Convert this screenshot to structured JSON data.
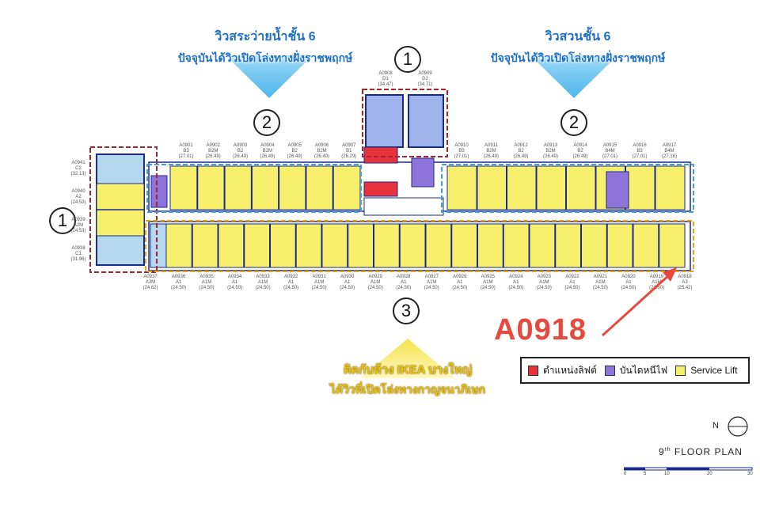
{
  "captions": {
    "left_view": [
      "วิวสระว่ายน้ำชั้น 6",
      "ปัจจุบันได้วิวเปิดโล่งทางฝั่งราชพฤกษ์"
    ],
    "right_view": [
      "วิวสวนชั้น 6",
      "ปัจจุบันได้วิวเปิดโล่งทางฝั่งราชพฤกษ์"
    ],
    "bottom_view": [
      "ติดกับห้าง IKEA บางใหญ่",
      "ได้วิวที่เปิดโล่งทางกาญจนาภิเษก"
    ]
  },
  "zone_markers": {
    "top_center": "1",
    "left": "1",
    "top_left": "2",
    "top_right": "2",
    "bottom": "3"
  },
  "top_units": [
    {
      "id": "A0901",
      "type": "B3",
      "size": "(27.01)"
    },
    {
      "id": "A0902",
      "type": "B2M",
      "size": "(26.49)"
    },
    {
      "id": "A0903",
      "type": "B2",
      "size": "(26.49)"
    },
    {
      "id": "A0904",
      "type": "B2M",
      "size": "(26.49)"
    },
    {
      "id": "A0905",
      "type": "B2",
      "size": "(26.49)"
    },
    {
      "id": "A0906",
      "type": "B2M",
      "size": "(26.49)"
    },
    {
      "id": "A0907",
      "type": "B1",
      "size": "(26.29)"
    },
    {
      "id": "A0910",
      "type": "B3",
      "size": "(27.01)"
    },
    {
      "id": "A0911",
      "type": "B2M",
      "size": "(26.49)"
    },
    {
      "id": "A0912",
      "type": "B2",
      "size": "(26.49)"
    },
    {
      "id": "A0913",
      "type": "B2M",
      "size": "(26.49)"
    },
    {
      "id": "A0914",
      "type": "B2",
      "size": "(26.49)"
    },
    {
      "id": "A0915",
      "type": "B4M",
      "size": "(27.01)"
    },
    {
      "id": "A0916",
      "type": "B3",
      "size": "(27.01)"
    },
    {
      "id": "A0917",
      "type": "B4M",
      "size": "(27.16)"
    }
  ],
  "center_units": [
    {
      "id": "A0908",
      "type": "D1",
      "size": "(34.47)"
    },
    {
      "id": "A0909",
      "type": "D2",
      "size": "(34.71)"
    }
  ],
  "left_units": [
    {
      "id": "A0941",
      "type": "C2",
      "size": "(32.13)"
    },
    {
      "id": "A0940",
      "type": "A2",
      "size": "(24.53)"
    },
    {
      "id": "A0939",
      "type": "A2M",
      "size": "(24.53)"
    },
    {
      "id": "A0938",
      "type": "C1",
      "size": "(31.96)"
    }
  ],
  "bottom_units": [
    {
      "id": "A0937",
      "type": "A3M",
      "size": "(24.62)"
    },
    {
      "id": "A0936",
      "type": "A1",
      "size": "(24.50)"
    },
    {
      "id": "A0935",
      "type": "A1M",
      "size": "(24.50)"
    },
    {
      "id": "A0934",
      "type": "A1",
      "size": "(24.50)"
    },
    {
      "id": "A0933",
      "type": "A1M",
      "size": "(24.50)"
    },
    {
      "id": "A0932",
      "type": "A1",
      "size": "(24.50)"
    },
    {
      "id": "A0931",
      "type": "A1M",
      "size": "(24.50)"
    },
    {
      "id": "A0930",
      "type": "A1",
      "size": "(24.50)"
    },
    {
      "id": "A0929",
      "type": "A1M",
      "size": "(24.50)"
    },
    {
      "id": "A0928",
      "type": "A1",
      "size": "(24.50)"
    },
    {
      "id": "A0927",
      "type": "A1M",
      "size": "(24.50)"
    },
    {
      "id": "A0926",
      "type": "A1",
      "size": "(24.50)"
    },
    {
      "id": "A0925",
      "type": "A1M",
      "size": "(24.50)"
    },
    {
      "id": "A0924",
      "type": "A1",
      "size": "(24.50)"
    },
    {
      "id": "A0923",
      "type": "A1M",
      "size": "(24.50)"
    },
    {
      "id": "A0922",
      "type": "A1",
      "size": "(24.50)"
    },
    {
      "id": "A0921",
      "type": "A1M",
      "size": "(24.50)"
    },
    {
      "id": "A0920",
      "type": "A1",
      "size": "(24.50)"
    },
    {
      "id": "A0919",
      "type": "A1M",
      "size": "(24.50)"
    },
    {
      "id": "A0918",
      "type": "A3",
      "size": "(25.42)"
    }
  ],
  "highlight": {
    "unit": "A0918",
    "color": "#e8493e"
  },
  "legend": [
    {
      "label": "ตำแหน่งลิฟต์",
      "color": "#e8323c"
    },
    {
      "label": "บันไดหนีไฟ",
      "color": "#8e74d8"
    },
    {
      "label": "Service Lift",
      "color": "#f5ef6a"
    }
  ],
  "compass": {
    "letter": "N"
  },
  "plan": {
    "title_prefix": "9",
    "title_sup": "th",
    "title_suffix": "FLOOR PLAN"
  },
  "scale": {
    "ticks": [
      "0",
      "5",
      "10",
      "20",
      "30"
    ]
  },
  "colors": {
    "unit_yellow": "#f7f06c",
    "unit_blue": "#9fb4ea",
    "unit_lightblue": "#b6d8ef",
    "wall": "#1a2a8c",
    "red_dash": "#a8232b",
    "blue_dash": "#3ea0dc",
    "orange_dash": "#e3a21a",
    "lift_red": "#e8323c",
    "stair_purple": "#8e74d8"
  }
}
